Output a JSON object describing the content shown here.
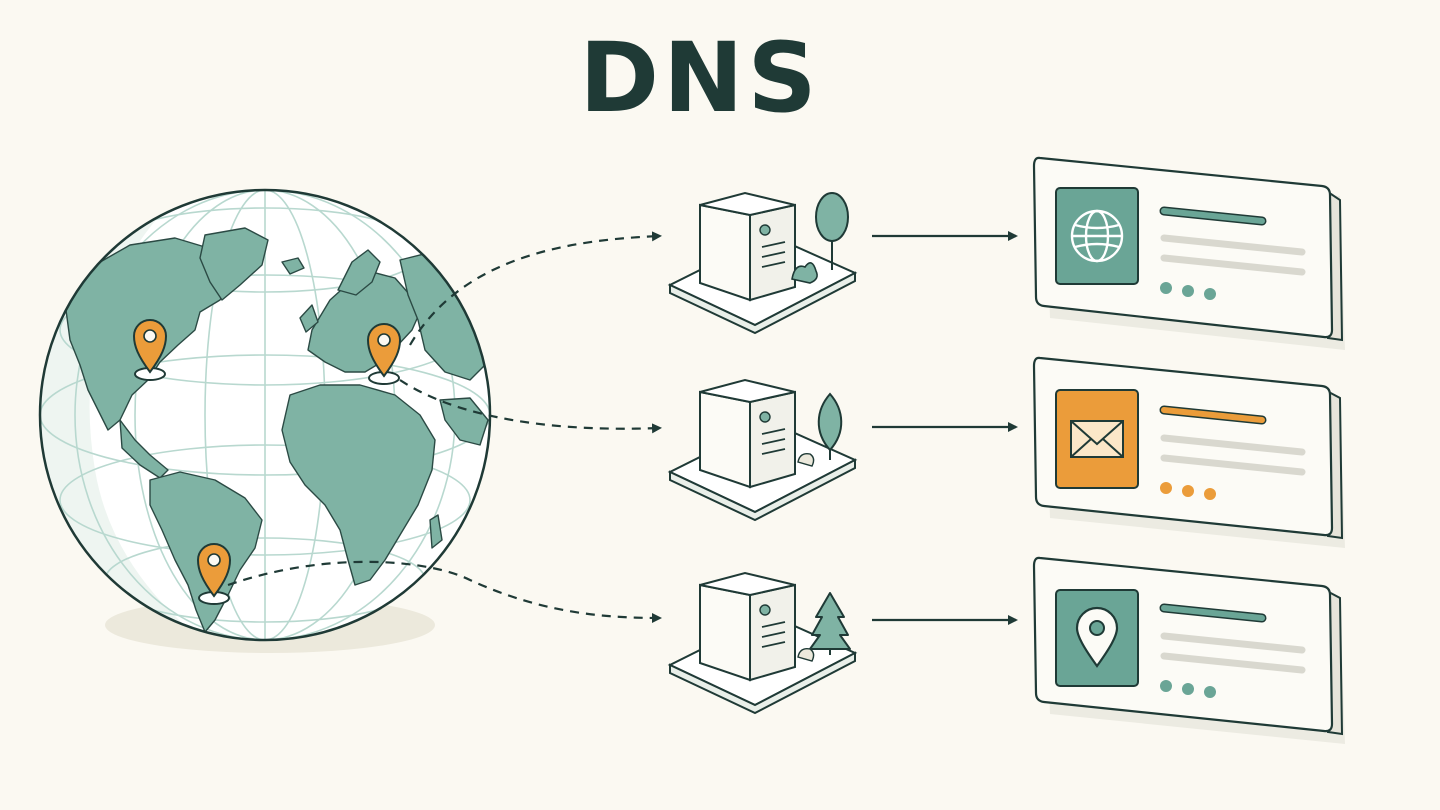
{
  "title": "DNS",
  "colors": {
    "background": "#fbf9f2",
    "ink": "#1f3a36",
    "teal": "#6aa596",
    "teal_light": "#a9cdc2",
    "orange": "#eb9c3a",
    "paper": "#fcfbf6",
    "line_grey": "#d9d8cf"
  },
  "globe": {
    "icon": "globe-world-map",
    "pins": [
      {
        "name": "pin-north-america",
        "icon": "map-pin-icon"
      },
      {
        "name": "pin-europe",
        "icon": "map-pin-icon"
      },
      {
        "name": "pin-south-america",
        "icon": "map-pin-icon"
      }
    ]
  },
  "servers": [
    {
      "name": "server-1",
      "icon": "server-tower-icon",
      "tree": "round-tree-icon"
    },
    {
      "name": "server-2",
      "icon": "server-tower-icon",
      "tree": "leaf-tree-icon"
    },
    {
      "name": "server-3",
      "icon": "server-tower-icon",
      "tree": "pine-tree-icon"
    }
  ],
  "cards": [
    {
      "name": "website-card",
      "icon": "globe-icon",
      "accent": "#6aa596"
    },
    {
      "name": "email-card",
      "icon": "envelope-icon",
      "accent": "#eb9c3a"
    },
    {
      "name": "location-card",
      "icon": "location-pin-icon",
      "accent": "#6aa596"
    }
  ]
}
